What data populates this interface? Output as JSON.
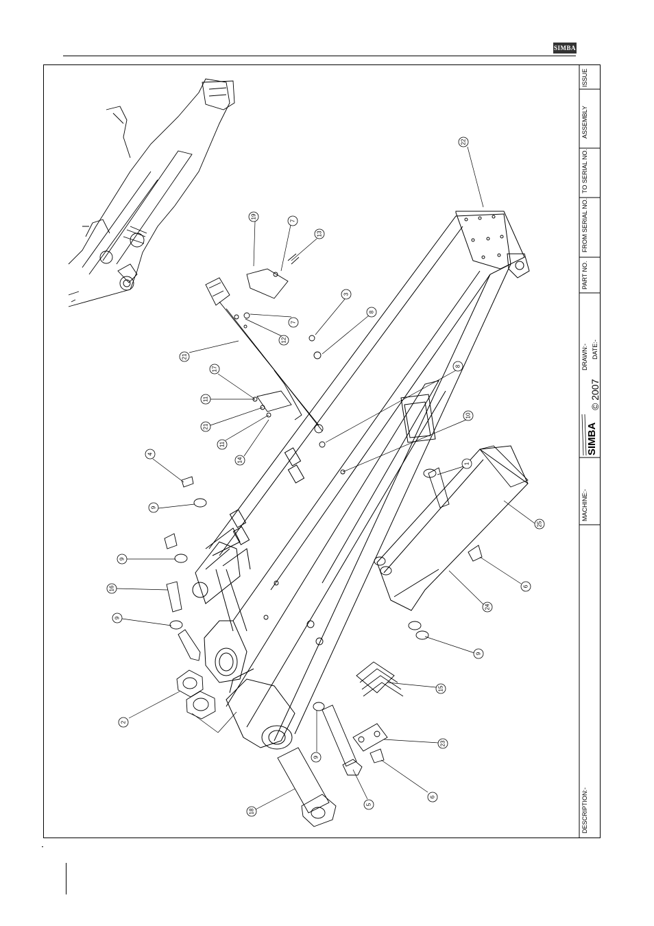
{
  "header": {
    "logo_text": "SIMBA"
  },
  "title_block": {
    "issue_label": "ISSUE",
    "assembly_label": "ASSEMBLY",
    "to_serial_label": "TO SERIAL NO.",
    "from_serial_label": "FROM SERIAL NO.",
    "part_no_label": "PART NO.",
    "drawn_label": "DRAWN:-",
    "date_label": "DATE:-",
    "brand": "SIMBA",
    "copyright": "© 2007",
    "machine_label": "MACHINE:-",
    "description_label": "DESCRIPTION:-"
  },
  "callouts": [
    {
      "id": "c22",
      "label": "22"
    },
    {
      "id": "c19",
      "label": "19"
    },
    {
      "id": "c7a",
      "label": "7"
    },
    {
      "id": "c13",
      "label": "13"
    },
    {
      "id": "c3",
      "label": "3"
    },
    {
      "id": "c7b",
      "label": "7"
    },
    {
      "id": "c12",
      "label": "12"
    },
    {
      "id": "c8a",
      "label": "8"
    },
    {
      "id": "c21a",
      "label": "21"
    },
    {
      "id": "c17",
      "label": "17"
    },
    {
      "id": "c8b",
      "label": "8"
    },
    {
      "id": "c11a",
      "label": "11"
    },
    {
      "id": "c21b",
      "label": "21"
    },
    {
      "id": "c11b",
      "label": "11"
    },
    {
      "id": "c14",
      "label": "14"
    },
    {
      "id": "c10",
      "label": "10"
    },
    {
      "id": "c4",
      "label": "4"
    },
    {
      "id": "c1",
      "label": "1"
    },
    {
      "id": "c9a",
      "label": "9"
    },
    {
      "id": "c25",
      "label": "25"
    },
    {
      "id": "c9b",
      "label": "9"
    },
    {
      "id": "c16",
      "label": "16"
    },
    {
      "id": "c6a",
      "label": "6"
    },
    {
      "id": "c24",
      "label": "24"
    },
    {
      "id": "c9c",
      "label": "9"
    },
    {
      "id": "c9d",
      "label": "9"
    },
    {
      "id": "c15",
      "label": "15"
    },
    {
      "id": "c2",
      "label": "2"
    },
    {
      "id": "c23",
      "label": "23"
    },
    {
      "id": "c9e",
      "label": "9"
    },
    {
      "id": "c18",
      "label": "18"
    },
    {
      "id": "c5",
      "label": "5"
    },
    {
      "id": "c6b",
      "label": "6"
    }
  ]
}
